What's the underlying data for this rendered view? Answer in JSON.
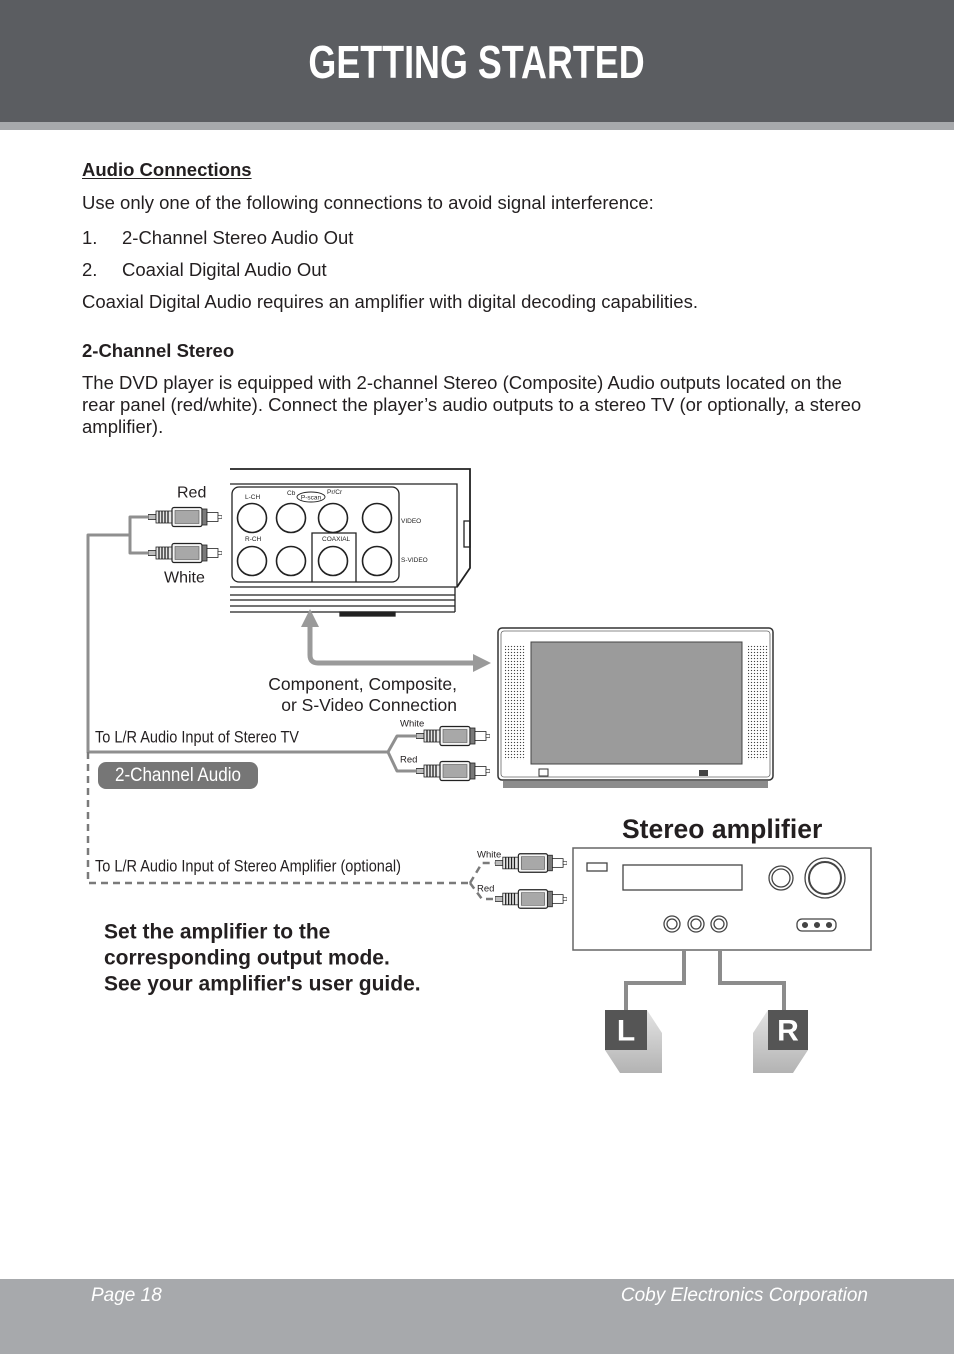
{
  "header": {
    "title": "GETTING STARTED"
  },
  "audio_connections": {
    "heading": "Audio Connections",
    "intro": "Use only one of the following connections to avoid signal interference:",
    "options": [
      {
        "number": "1.",
        "text": "2-Channel Stereo Audio Out"
      },
      {
        "number": "2.",
        "text": "Coaxial Digital Audio Out"
      }
    ],
    "note": "Coaxial Digital Audio requires an amplifier with digital decoding capabilities."
  },
  "two_channel_stereo": {
    "heading": "2-Channel Stereo",
    "body_lines": [
      "The DVD player is equipped with 2-channel Stereo (Composite) Audio outputs located on the",
      "rear panel (red/white). Connect the player’s audio outputs to a stereo TV (or optionally, a stereo",
      "amplifier)."
    ]
  },
  "diagram": {
    "dvd_player": {
      "jack_labels": {
        "l_ch": "L-CH",
        "r_ch": "R-CH",
        "cb": "Cb",
        "p_scan": "P-scan",
        "pr_cr": "Pr/Cr",
        "coaxial": "COAXIAL",
        "video": "VIDEO",
        "s_video": "S-VIDEO"
      },
      "plug_labels": {
        "red": "Red",
        "white": "White"
      }
    },
    "video_connection_label": [
      "Component, Composite,",
      "or S-Video Connection"
    ],
    "tv_audio_label": "To L/R Audio Input of Stereo TV",
    "tv_plug_labels": {
      "white": "White",
      "red": "Red"
    },
    "mode_badge": "2-Channel Audio",
    "amplifier_title": "Stereo amplifier",
    "amplifier_audio_label": "To L/R Audio Input of Stereo Amplifier (optional)",
    "amplifier_plug_labels": {
      "white": "White",
      "red": "Red"
    },
    "speakers": {
      "left": "L",
      "right": "R"
    },
    "amplifier_note": [
      "Set the amplifier to the",
      "corresponding output mode.",
      "See your amplifier's user guide."
    ]
  },
  "footer": {
    "page": "Page 18",
    "company": "Coby Electronics Corporation"
  },
  "colors": {
    "header_band": "#5b5d61",
    "header_divider": "#a7a9ac",
    "footer_band": "#a7a9ac",
    "badge": "#767676",
    "cable": "#8f8f8f",
    "speaker_front": "#555555"
  }
}
